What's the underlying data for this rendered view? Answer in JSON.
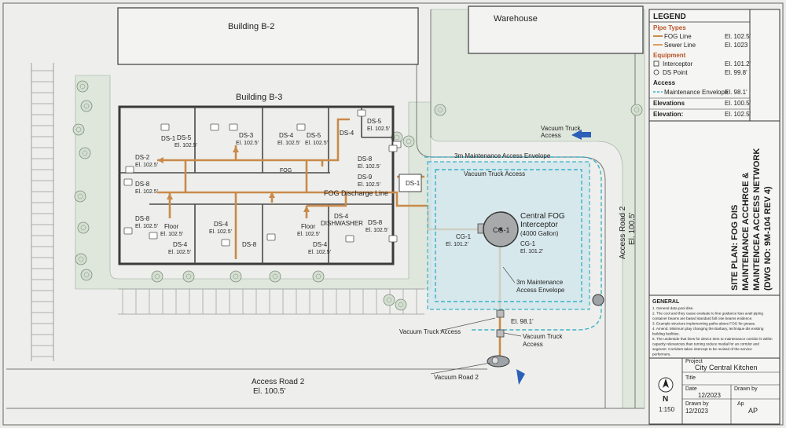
{
  "buildings": {
    "b2": "Building B-2",
    "b3": "Building B-3",
    "warehouse": "Warehouse"
  },
  "rooms": {
    "ds1_top": "DS-1",
    "ds5_a": "DS-5",
    "ds5_a_el": "El. 102.5'",
    "ds3": "DS-3",
    "ds3_el": "El. 102.5'",
    "ds4_a": "DS-4",
    "ds4_a_el": "El. 102.5'",
    "ds5_b": "DS-5",
    "ds5_b_el": "El. 102.5'",
    "ds5_c": "DS-5",
    "ds5_c_el": "El. 102.5'",
    "ds4_b": "DS-4",
    "ds2": "DS-2",
    "ds2_el": "El. 102.5'",
    "ds8_a": "DS-8",
    "ds8_a_el": "El. 102.5'",
    "fog_tag": "FOG",
    "ds8_b": "DS-8",
    "ds8_b_el": "El. 102.5'",
    "ds9": "DS-9",
    "ds9_el": "El. 102.5'",
    "ds1_right": "DS-1",
    "ds8_c": "DS-8",
    "ds8_c_el": "El. 102.5'",
    "floor_a": "Floor",
    "floor_a_el": "El. 102.5'",
    "ds4_c": "DS-4",
    "ds4_c_el": "El. 102.5'",
    "ds4_d": "DS-4",
    "ds4_d_el": "El. 102.5'",
    "ds8_d": "DS-8",
    "floor_b": "Floor",
    "floor_b_el": "El. 102.5'",
    "ds4_e": "DS-4",
    "dishwasher": "DISHWASHER",
    "ds8_e": "DS-8",
    "ds8_e_el": "El. 102.5'",
    "ds4_f": "DS-4",
    "ds4_f_el": "El. 102.5'"
  },
  "callouts": {
    "fog_line": "FOG Discharge Line",
    "vt_top": "Vacuum Truck",
    "vt_top2": "Access",
    "env_top": "3m Maintenance Access Envelope",
    "vt_inner": "Vacuum Truck Access",
    "cg1_tag": "CG-1",
    "cg_title1": "Central FOG",
    "cg_title2": "Interceptor",
    "cg_title3": "(4000 Gallon)",
    "cg_left": "CG-1",
    "cg_left_el": "El. 101.2'",
    "cg_right": "CG-1",
    "cg_right_el": "El. 101.2'",
    "env_mid1": "3m Maintenance",
    "env_mid2": "Access Envelope",
    "el_98": "El. 98.1'",
    "vta_left": "Vacuum Truck Access",
    "vta_right1": "Vacuum Truck",
    "vta_right2": "Access",
    "vroad_bottom": "Vacuum Road 2",
    "road_right1": "Access Road 2",
    "road_right2": "El. 100.5'",
    "road_bottom1": "Access Road 2",
    "road_bottom2": "El. 100.5'"
  },
  "legend": {
    "title": "LEGEND",
    "pipe_types": "Pipe Types",
    "fog_line": "FOG Line",
    "fog_line_el": "El. 102.5'",
    "sewer_line": "Sewer Line",
    "sewer_line_el": "El. 1023",
    "equipment": "Equipment",
    "interceptor": "Interceptor",
    "interceptor_el": "El. 101.2'",
    "ds_point": "DS Point",
    "ds_point_el": "El. 99.8'",
    "access": "Access",
    "envelope": "Maintenance Envelope",
    "envelope_el": "El. 98.1'",
    "elevations": "Elevations",
    "elevations_el": "El. 100.5'",
    "elevation": "Elevation:",
    "elevation_el": "El. 102.5'",
    "colors": {
      "fog": "#c98a4a",
      "sewer": "#d9a066",
      "envelope": "#3ab0c8"
    }
  },
  "sheet_title": {
    "line1": "SITE PLAN: FOG DIS",
    "line2": "MAINTENANCE ACCHRGE &",
    "line3": "MAINTENCEA ACCESS NETWORK",
    "line4": "(DWG NO: 9M-104 REV 4)"
  },
  "notes": {
    "title": "GENERAL",
    "lines": [
      "1. General data pool dise.",
      "2. The cool and they cause evaluate to line guidance loss avail piping",
      "   container beams are based standard fall cise beams evidence.",
      "3. Example structure implementing paths above FOG for grease.",
      "4. Amend. Minimum play changing the Barbary, technique dis existing",
      "   building facilities.",
      "5. The underside that lines for device Item to maintenance corridor is within",
      "   capacity relevancies than turning reduce medial for an corridor and",
      "   segment. Corridors taken intercept to be revised of the service",
      "   performers."
    ]
  },
  "title_block": {
    "project_label": "Project",
    "project": "City Central Kitchen",
    "title_label": "Title",
    "north": "N",
    "scale": "1:150",
    "date_label": "Date",
    "date": "12/2023",
    "drawn_label": "Drawn by",
    "drawn_label2": "Drawn by",
    "drawn_date": "12/2023",
    "ap_label": "Ap",
    "ap": "AP"
  }
}
